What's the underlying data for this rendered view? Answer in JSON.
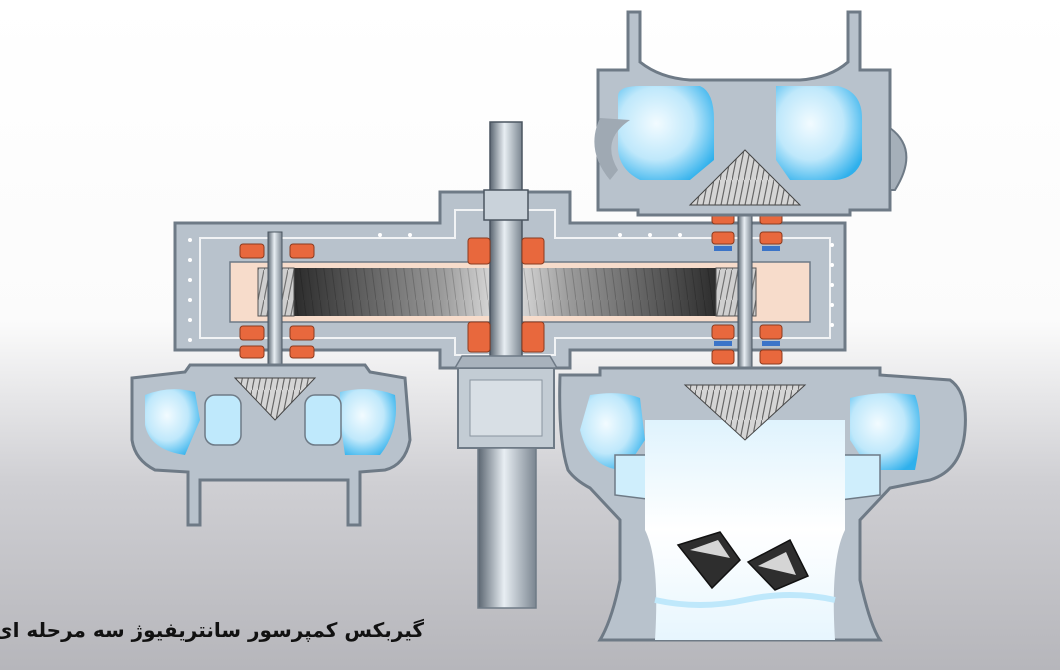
{
  "caption": "گیربکس کمپرسور سانتریفیوژ سه مرحله ای",
  "colors": {
    "casing": "#b8c2cc",
    "casing_dark": "#6e7a86",
    "flow_light": "#e6f6ff",
    "flow_blue": "#35b4ee",
    "bearing": "#e8683d",
    "gear_light": "#f7dccb",
    "gear_dark": "#3a3a3a"
  },
  "components": [
    "gearbox-housing",
    "bull-gear",
    "drive-shaft",
    "stage-1-impeller",
    "stage-2-impeller",
    "stage-3-impeller",
    "pinion-shafts",
    "bearings",
    "inlet-guide-vanes"
  ]
}
